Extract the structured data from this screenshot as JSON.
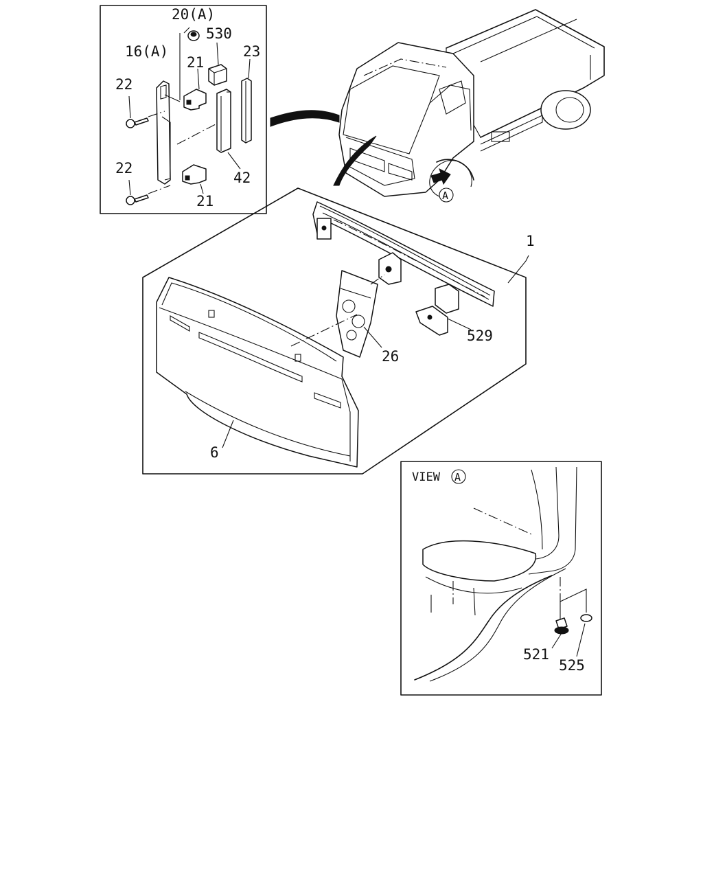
{
  "labels": {
    "p20": "20(A)",
    "p530": "530",
    "p16": "16(A)",
    "p21a": "21",
    "p23": "23",
    "p22a": "22",
    "p22b": "22",
    "p42": "42",
    "p21b": "21",
    "p1": "1",
    "p529": "529",
    "p26": "26",
    "p6": "6",
    "view": "VIEW",
    "viewRef": "A",
    "truckRef": "A",
    "p521": "521",
    "p525": "525"
  }
}
